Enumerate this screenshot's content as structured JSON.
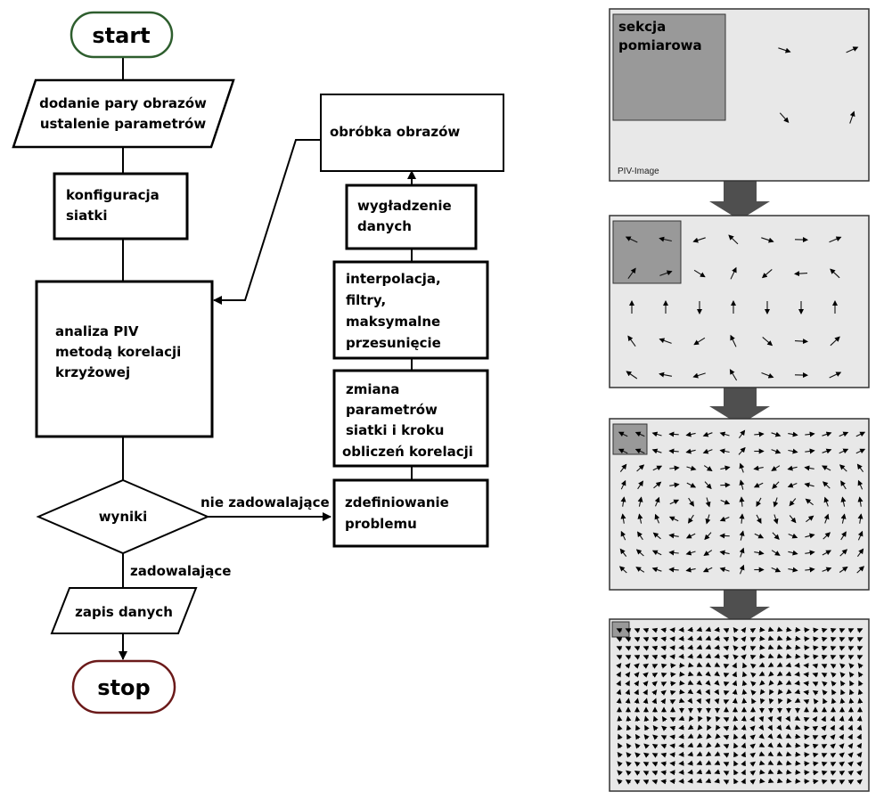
{
  "flowchart": {
    "start": "start",
    "stop": "stop",
    "add_images": [
      "dodanie pary obrazów",
      "ustalenie parametrów"
    ],
    "grid_config": [
      "konfiguracja",
      "siatki"
    ],
    "piv_analysis": [
      "analiza PIV",
      "metodą korelacji",
      "krzyżowej"
    ],
    "decision": "wyniki",
    "not_satisfactory": "nie zadowalające",
    "satisfactory": "zadowalające",
    "save_data": "zapis danych",
    "define_problem": [
      "zdefiniowanie",
      "problemu"
    ],
    "change_params": [
      "zmiana",
      "parametrów",
      "siatki i kroku",
      "obliczeń korelacji"
    ],
    "interpolation": [
      "interpolacja,",
      "filtry,",
      "maksymalne",
      "przesunięcie"
    ],
    "smoothing": [
      "wygładzenie",
      "danych"
    ],
    "image_processing": "obróbka obrazów"
  },
  "piv_panels": {
    "measurement_section": [
      "sekcja",
      "pomiarowa"
    ],
    "image_caption": "PIV-Image"
  }
}
